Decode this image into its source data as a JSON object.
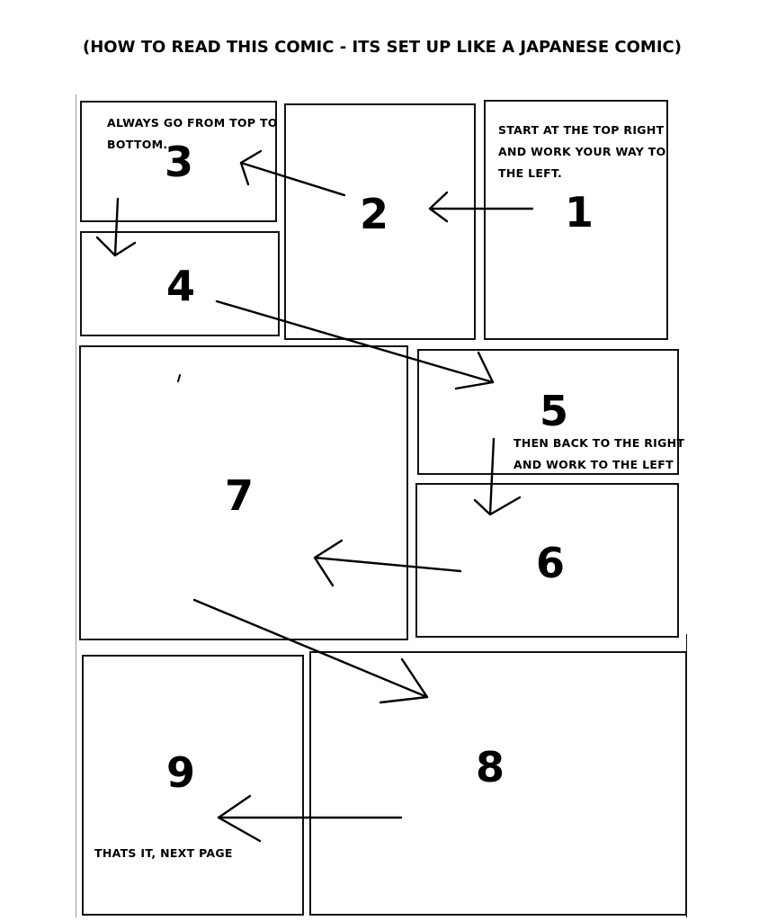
{
  "title": "(HOW TO READ THIS COMIC - ITS SET UP LIKE A JAPANESE COMIC)",
  "panels": [
    {
      "number": "1",
      "note_lines": [
        "START AT THE TOP RIGHT",
        "AND WORK YOUR WAY TO",
        "THE LEFT."
      ]
    },
    {
      "number": "2"
    },
    {
      "number": "3",
      "note_lines": [
        "ALWAYS GO FROM TOP TO",
        "BOTTOM."
      ]
    },
    {
      "number": "4"
    },
    {
      "number": "5",
      "note_lines": [
        "THEN BACK TO THE RIGHT",
        "AND WORK TO THE LEFT"
      ]
    },
    {
      "number": "6"
    },
    {
      "number": "7"
    },
    {
      "number": "8"
    },
    {
      "number": "9",
      "note_lines": [
        "THATS IT, NEXT PAGE"
      ]
    }
  ],
  "arrow_order": [
    "1 to 2",
    "2 to 3",
    "3 to 4",
    "4 to 5",
    "5 to 6",
    "6 to 7",
    "7 to 8",
    "8 to 9"
  ],
  "colors": {
    "ink": "#000000",
    "background": "#ffffff",
    "sketch": "#999999"
  }
}
